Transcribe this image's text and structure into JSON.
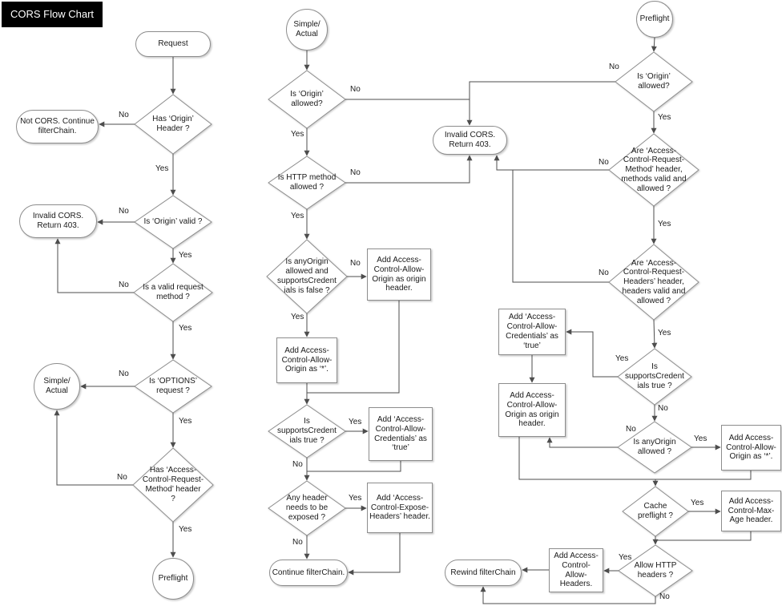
{
  "title": "CORS Flow Chart",
  "labels": {
    "yes": "Yes",
    "no": "No"
  },
  "colors": {
    "canvas_bg": "#ffffff",
    "title_bg": "#000000",
    "title_text": "#ffffff",
    "node_fill": "#ffffff",
    "node_border": "#8d8d8d",
    "connector": "#4d4d4d",
    "text": "#1a1a1a"
  },
  "left_column": {
    "request": "Request",
    "has_origin_header": "Has ‘Origin’\nHeader ?",
    "not_cors": "Not CORS. Continue\nfilterChain.",
    "is_origin_valid": "Is ‘Origin’ valid ?",
    "invalid_cors": "Invalid CORS.\nReturn 403.",
    "is_valid_request_method": "Is a valid request\nmethod ?",
    "is_options_request": "Is ‘OPTIONS’\nrequest ?",
    "simple_actual": "Simple/\nActual",
    "has_acrm_header": "Has ‘Access-\nControl-Request-\nMethod’ header\n?",
    "preflight": "Preflight"
  },
  "middle_column": {
    "simple_actual": "Simple/\nActual",
    "is_origin_allowed": "Is ‘Origin’\nallowed?",
    "invalid_cors": "Invalid CORS.\nReturn 403.",
    "is_http_method_allowed": "Is HTTP method\nallowed ?",
    "is_anyorigin_and_no_credentials": "Is anyOrigin\nallowed and\nsupportsCredent\nials is false ?",
    "add_origin_as_origin_header": "Add Access-\nControl-Allow-\nOrigin as origin\nheader.",
    "add_origin_as_star": "Add Access-\nControl-Allow-\nOrigin as ‘*’.",
    "is_supports_credentials": "Is\nsupportsCredent\nials true ?",
    "add_credentials_true": "Add ‘Access-\nControl-Allow-\nCredentials’ as\n‘true’",
    "any_header_exposed": "Any header\nneeds to be\nexposed ?",
    "add_expose_headers": "Add ‘Access-\nControl-Expose-\nHeaders’ header.",
    "continue_filterchain": "Continue filterChain."
  },
  "right_column": {
    "preflight": "Preflight",
    "is_origin_allowed": "Is ‘Origin’\nallowed?",
    "acrm_valid_allowed": "Are ‘Access-\nControl-Request-\nMethod’ header,\nmethods  valid and\nallowed ?",
    "acrh_valid_allowed": "Are ‘Access-\nControl-Request-\nHeaders’ header,\nheaders valid and\nallowed ?",
    "is_supports_credentials": "Is\nsupportsCredent\nials true ?",
    "add_credentials_true": "Add ‘Access-\nControl-Allow-\nCredentials’ as\n‘true’",
    "add_origin_as_origin_header": "Add Access-\nControl-Allow-\nOrigin as origin\nheader.",
    "is_anyorigin_allowed": "Is anyOrigin\nallowed ?",
    "add_origin_as_star": "Add Access-\nControl-Allow-\nOrigin as ‘*’.",
    "cache_preflight": "Cache\npreflight ?",
    "add_max_age": "Add Access-\nControl-Max-\nAge header.",
    "allow_http_headers": "Allow HTTP\nheaders ?",
    "add_allow_headers": "Add Access-\nControl-\nAllow-\nHeaders.",
    "rewind_filterchain": "Rewind filterChain"
  }
}
